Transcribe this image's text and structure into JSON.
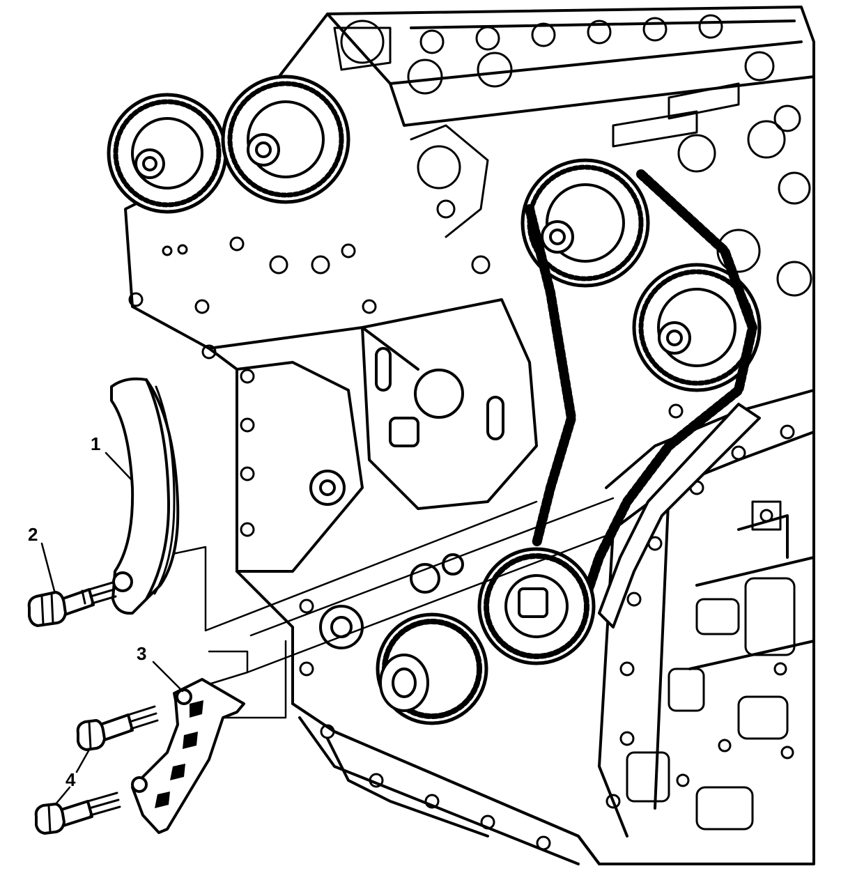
{
  "callouts": {
    "c1": "1",
    "c2": "2",
    "c3": "3",
    "c4": "4"
  },
  "colors": {
    "ink": "#000000",
    "paper": "#ffffff"
  },
  "parts": [
    {
      "callout": "1",
      "icon": "timing-chain-guide-icon"
    },
    {
      "callout": "2",
      "icon": "guide-bolt-icon"
    },
    {
      "callout": "3",
      "icon": "lower-guide-icon"
    },
    {
      "callout": "4",
      "icon": "guide-bolts-icon"
    }
  ]
}
